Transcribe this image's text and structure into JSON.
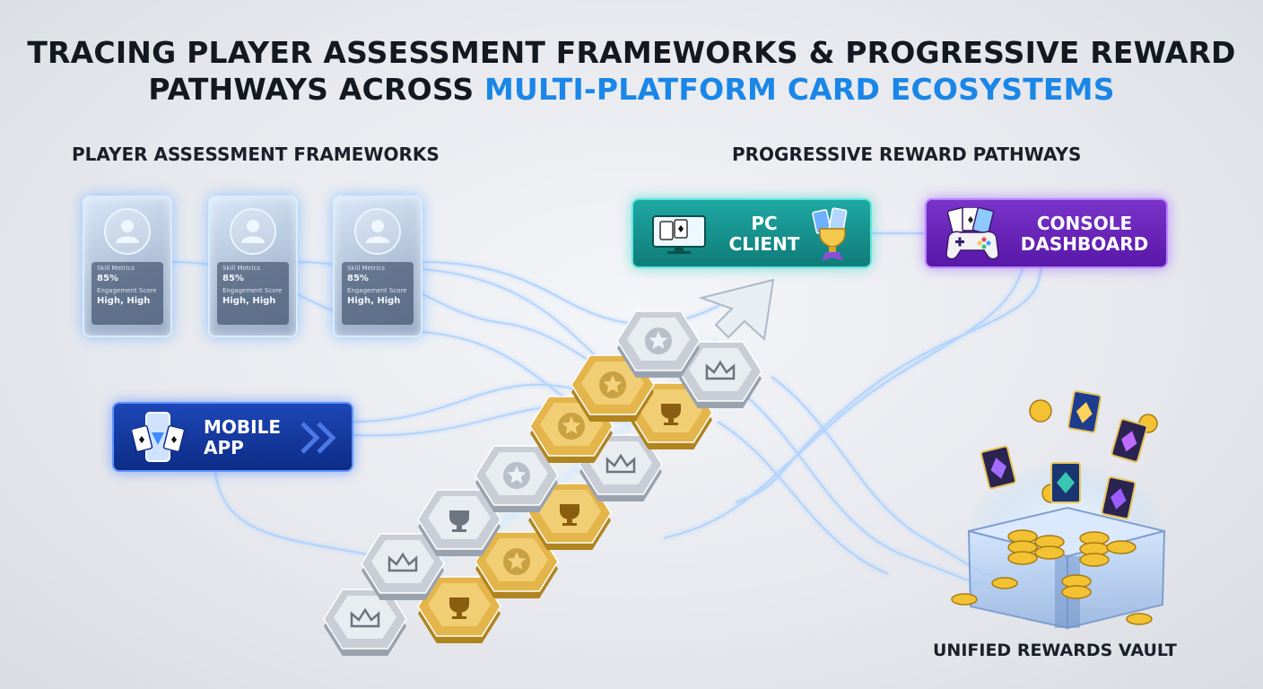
{
  "title": {
    "line1": "TRACING PLAYER ASSESSMENT FRAMEWORKS & PROGRESSIVE REWARD",
    "line2_prefix": "PATHWAYS ACROSS ",
    "line2_accent": "MULTI-PLATFORM CARD ECOSYSTEMS"
  },
  "left_section": "PLAYER ASSESSMENT FRAMEWORKS",
  "right_section": "PROGRESSIVE REWARD PATHWAYS",
  "assessment_cards": [
    {
      "label1": "Skill Metrics",
      "value1": "85%",
      "label2": "Engagement Score",
      "value2": "High, High"
    },
    {
      "label1": "Skill Metrics",
      "value1": "85%",
      "label2": "Engagement Score",
      "value2": "High, High"
    },
    {
      "label1": "Skill Metrics",
      "value1": "85%",
      "label2": "Engagement Score",
      "value2": "High, High"
    }
  ],
  "platforms": {
    "pc": {
      "line1": "PC",
      "line2": "CLIENT",
      "icons": [
        "monitor-cards-icon",
        "trophy-cards-icon"
      ]
    },
    "console": {
      "line1": "CONSOLE",
      "line2": "DASHBOARD",
      "icons": [
        "gamepad-cards-icon"
      ]
    },
    "mobile": {
      "line1": "MOBILE",
      "line2": "APP",
      "icons": [
        "phone-cards-icon",
        "chevron-right-icon"
      ]
    }
  },
  "vault": {
    "label": "UNIFIED REWARDS VAULT",
    "icons": [
      "treasure-chest-icon",
      "gold-coin-icon",
      "reward-card-icon"
    ]
  },
  "reward_tiles": [
    {
      "tier": "silver",
      "icon": "crown-icon"
    },
    {
      "tier": "gold",
      "icon": "trophy-icon"
    },
    {
      "tier": "silver",
      "icon": "crown-icon"
    },
    {
      "tier": "gold",
      "icon": "star-icon"
    },
    {
      "tier": "silver",
      "icon": "trophy-icon"
    },
    {
      "tier": "gold",
      "icon": "trophy-icon"
    },
    {
      "tier": "silver",
      "icon": "star-icon"
    },
    {
      "tier": "silver",
      "icon": "crown-icon"
    },
    {
      "tier": "gold",
      "icon": "star-icon"
    },
    {
      "tier": "gold",
      "icon": "trophy-icon"
    },
    {
      "tier": "gold",
      "icon": "star-icon"
    },
    {
      "tier": "silver",
      "icon": "crown-icon"
    },
    {
      "tier": "silver",
      "icon": "star-icon"
    }
  ],
  "colors": {
    "accent": "#1a86e8",
    "pc": "#148f8b",
    "console": "#6a24bb",
    "mobile": "#163a9f",
    "gold": "#e3b54a",
    "silver": "#c9ced6",
    "flow": "#8fc3ff"
  }
}
